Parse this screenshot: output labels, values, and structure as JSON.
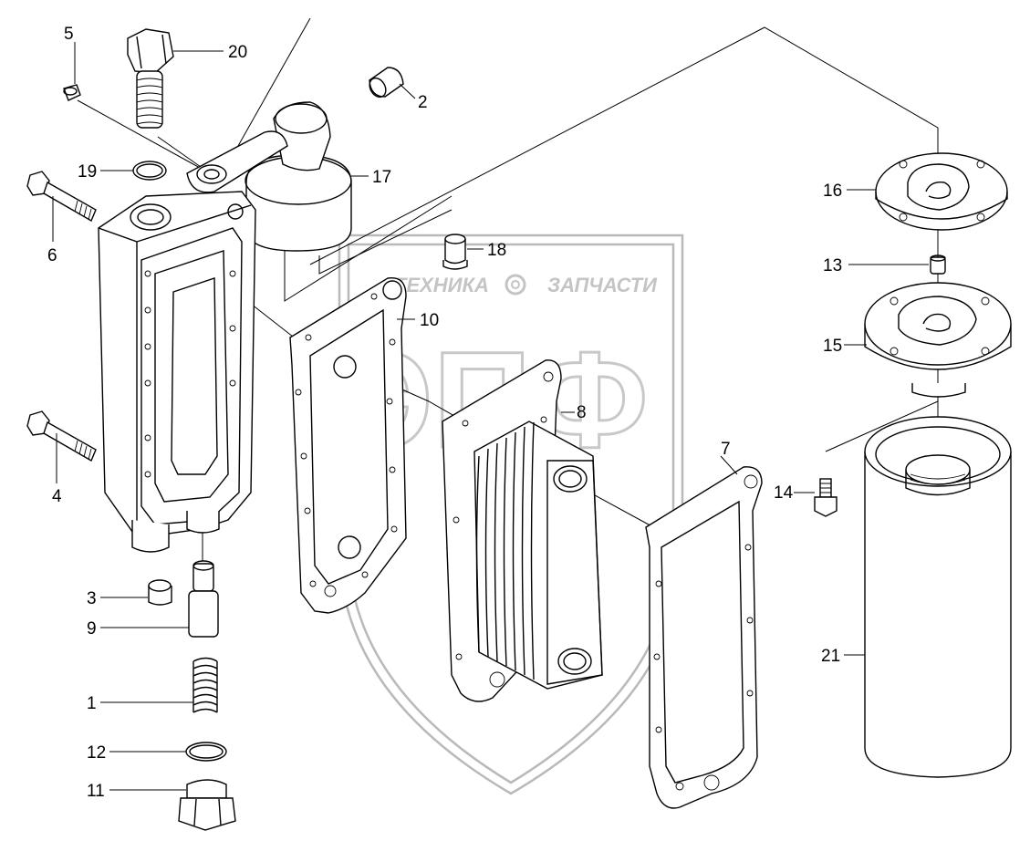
{
  "watermark": {
    "left_word": "ТЕХНИКА",
    "right_word": "ЗАПЧАСТИ",
    "monogram": "ЭПФ"
  },
  "callouts": {
    "c1": "1",
    "c2": "2",
    "c3": "3",
    "c4": "4",
    "c5": "5",
    "c6": "6",
    "c7": "7",
    "c8": "8",
    "c9": "9",
    "c10": "10",
    "c11": "11",
    "c12": "12",
    "c13": "13",
    "c14": "14",
    "c15": "15",
    "c16": "16",
    "c17": "17",
    "c18": "18",
    "c19": "19",
    "c20": "20",
    "c21": "21"
  }
}
